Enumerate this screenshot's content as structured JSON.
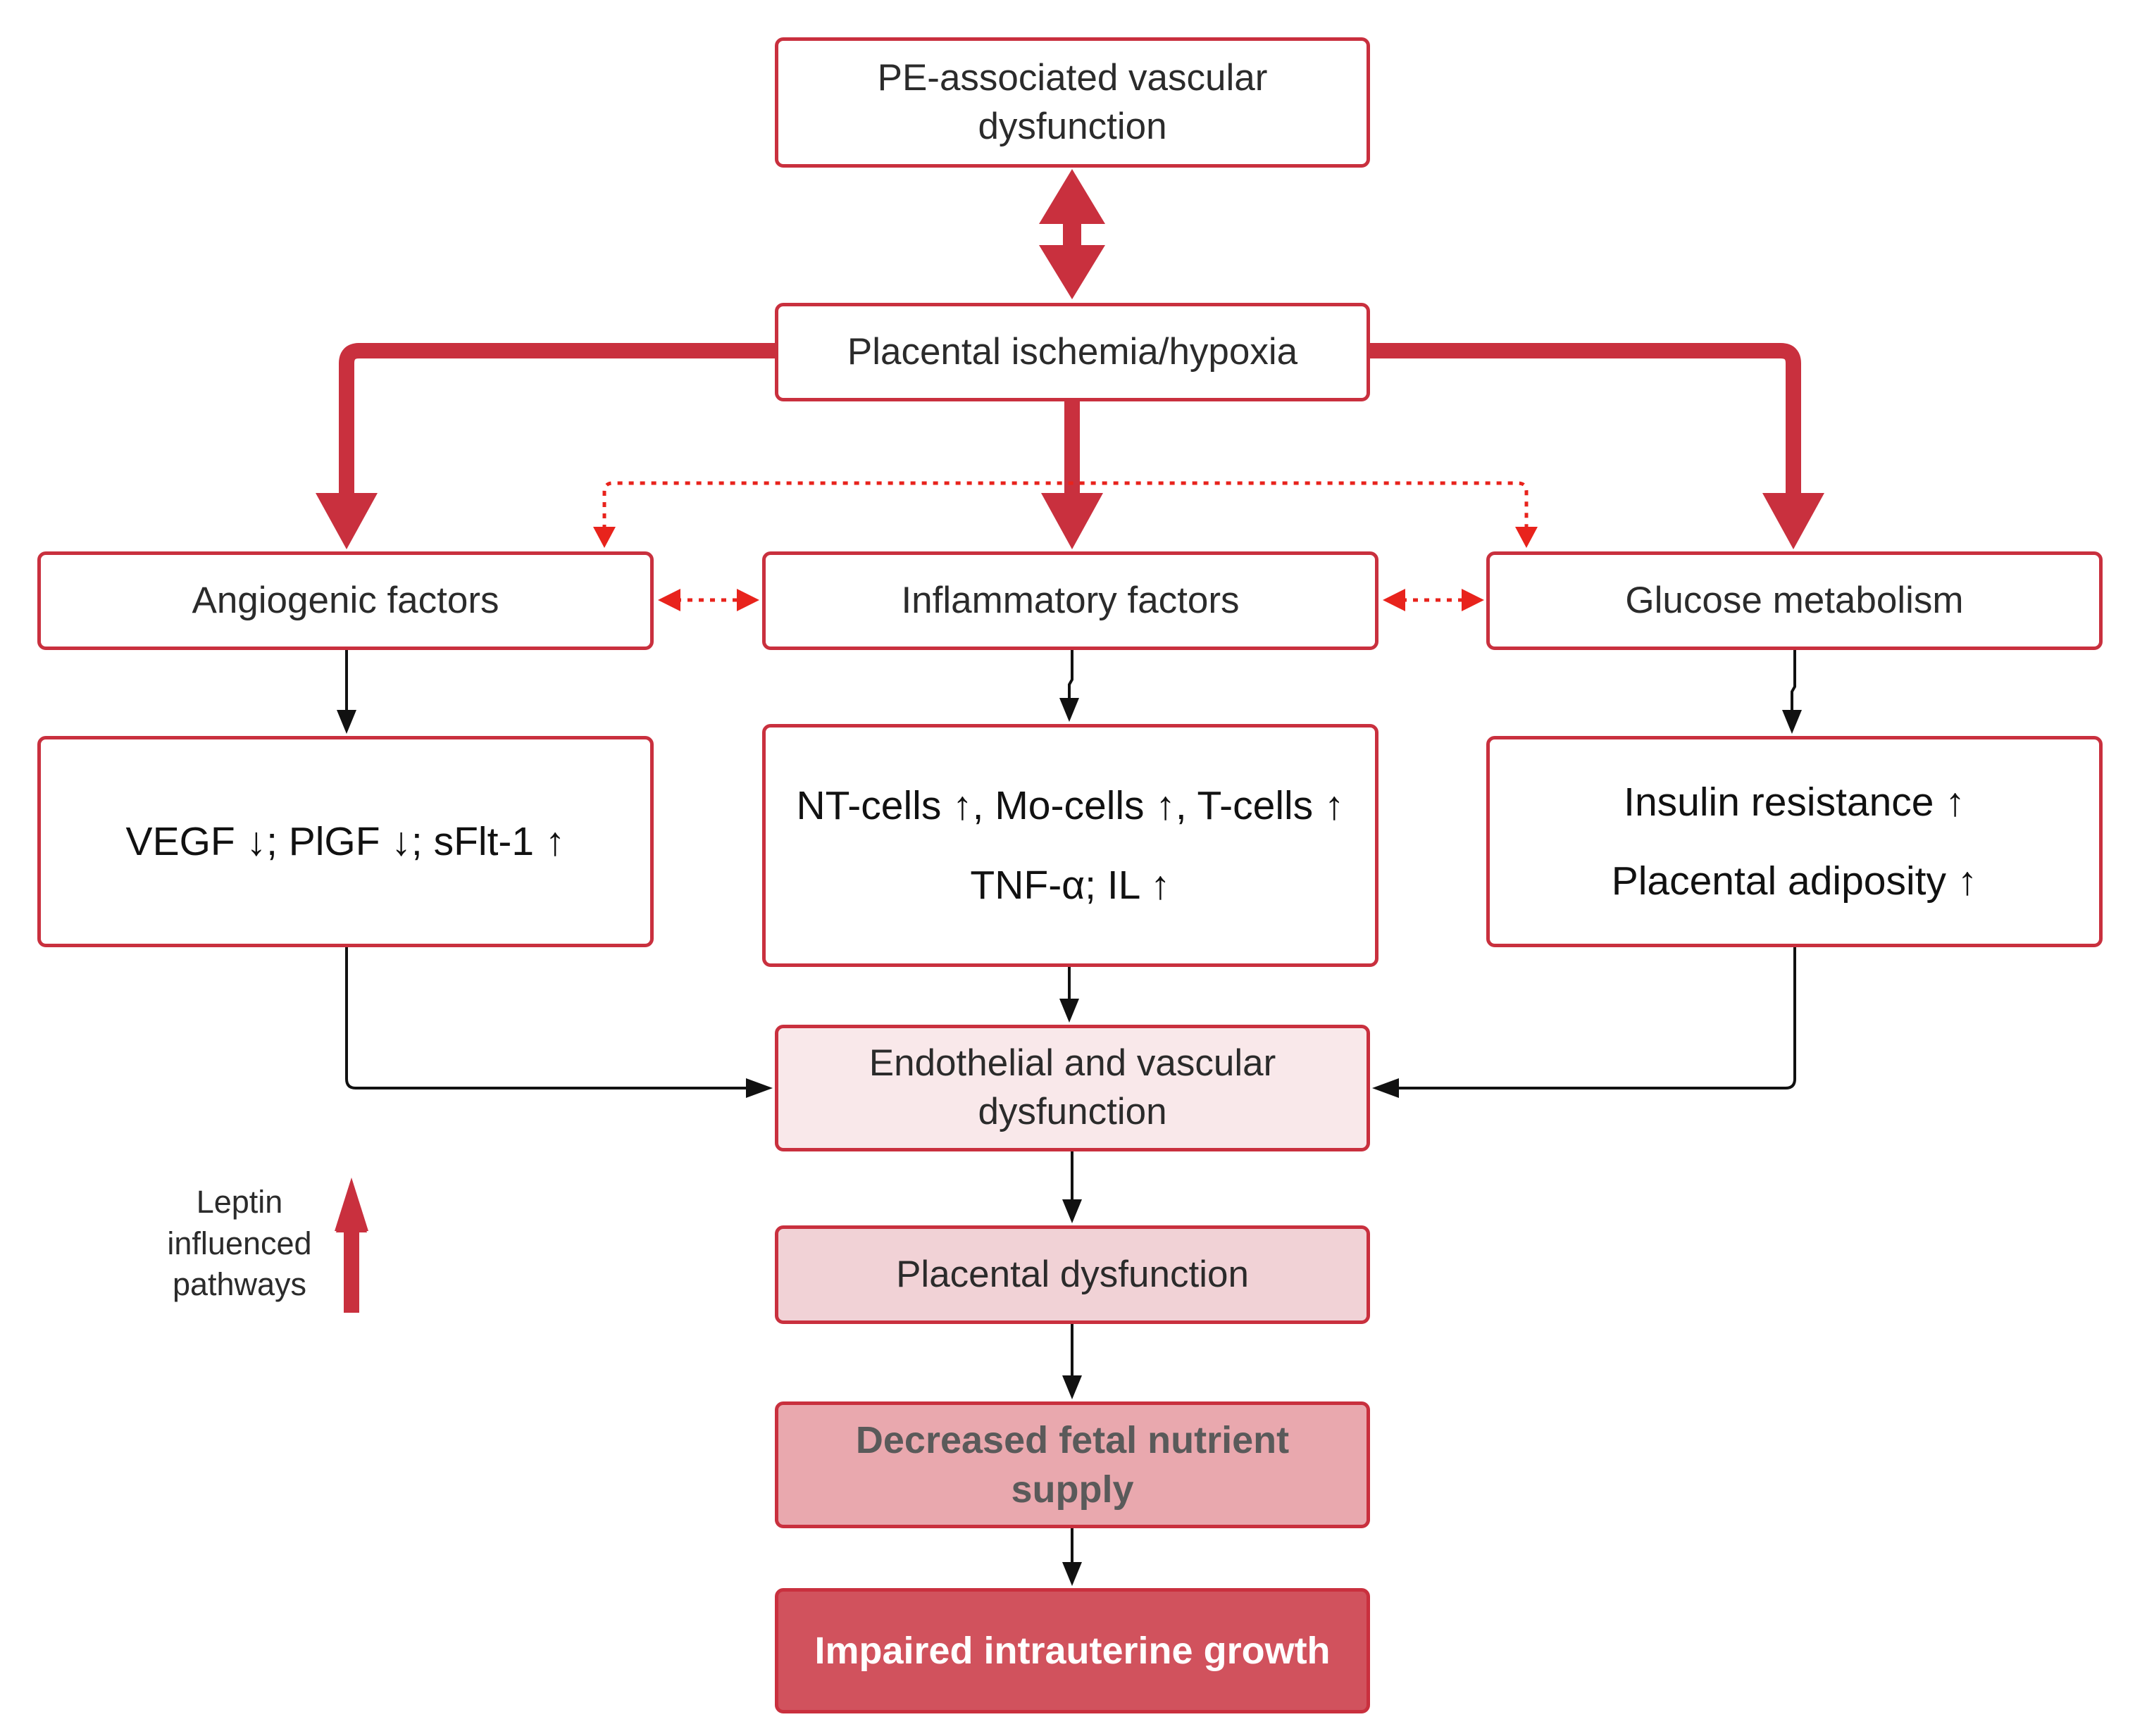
{
  "colors": {
    "border": "#c9303e",
    "thick_arrow": "#c9303e",
    "dotted_arrow": "#e8231c",
    "thin_arrow": "#111111",
    "fill_endothelial": "#f9e8ea",
    "fill_placental": "#f1d2d6",
    "fill_decreased": "#e9a8ae",
    "fill_impaired": "#d1525d"
  },
  "nodes": {
    "pe": {
      "line1": "PE-associated vascular",
      "line2": "dysfunction"
    },
    "ischemia": {
      "label": "Placental ischemia/hypoxia"
    },
    "angiogenic": {
      "label": "Angiogenic factors"
    },
    "inflammatory": {
      "label": "Inflammatory factors"
    },
    "glucose": {
      "label": "Glucose metabolism"
    },
    "vegf": {
      "label": "VEGF ↓; PlGF ↓;  sFlt-1 ↑"
    },
    "cells": {
      "line1": "NT-cells ↑, Mo-cells ↑, T-cells ↑",
      "line2": "TNF-α; IL ↑"
    },
    "insulin": {
      "line1": "Insulin resistance ↑",
      "line2": "Placental  adiposity ↑"
    },
    "endothelial": {
      "line1": "Endothelial and vascular",
      "line2": "dysfunction"
    },
    "placental_dysfunction": {
      "label": "Placental dysfunction"
    },
    "decreased": {
      "line1": "Decreased fetal nutrient",
      "line2": "supply"
    },
    "impaired": {
      "label": "Impaired intrauterine growth"
    }
  },
  "legend": {
    "line1": "Leptin",
    "line2": "influenced",
    "line3": "pathways",
    "icon": "thick-red-up-arrow"
  }
}
